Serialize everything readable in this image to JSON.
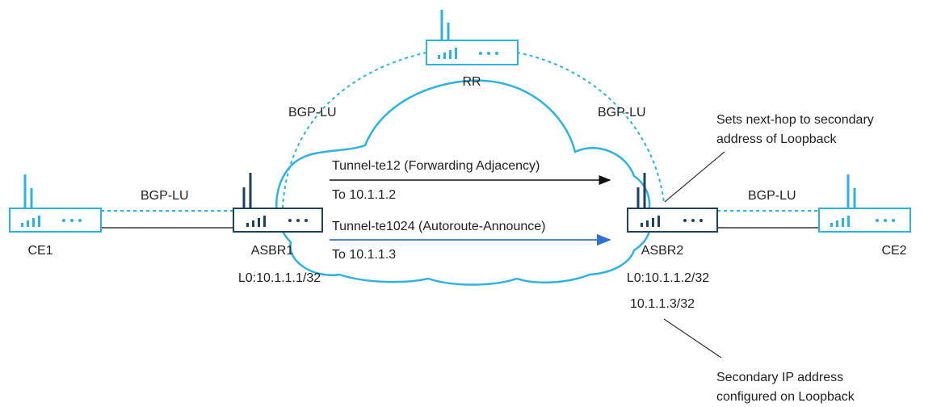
{
  "colors": {
    "accent": "#2db2e0",
    "dark_router": "#20405e",
    "fa_arrow": "#111111",
    "aa_arrow": "#2f6fd6"
  },
  "nodes": {
    "rr": {
      "label": "RR",
      "icon": "router-icon"
    },
    "ce1": {
      "label": "CE1",
      "icon": "router-icon"
    },
    "ce2": {
      "label": "CE2",
      "icon": "router-icon"
    },
    "asbr1": {
      "label": "ASBR1",
      "loopback": "L0:10.1.1.1/32",
      "icon": "router-icon"
    },
    "asbr2": {
      "label": "ASBR2",
      "loopback": "L0:10.1.1.2/32",
      "secondary": "10.1.1.3/32",
      "icon": "router-icon"
    }
  },
  "sessions": {
    "rr_left": "BGP-LU",
    "rr_right": "BGP-LU",
    "ce1_asbr1": "BGP-LU",
    "asbr2_ce2": "BGP-LU"
  },
  "tunnels": {
    "fa": {
      "name": "Tunnel-te12 (Forwarding Adjacency)",
      "dest": "To 10.1.1.2"
    },
    "aa": {
      "name": "Tunnel-te1024 (Autoroute-Announce)",
      "dest": "To 10.1.1.3"
    }
  },
  "callouts": {
    "next_hop": [
      "Sets next-hop to secondary",
      "address of Loopback"
    ],
    "secondary_ip": [
      "Secondary IP address",
      "configured on Loopback"
    ]
  }
}
